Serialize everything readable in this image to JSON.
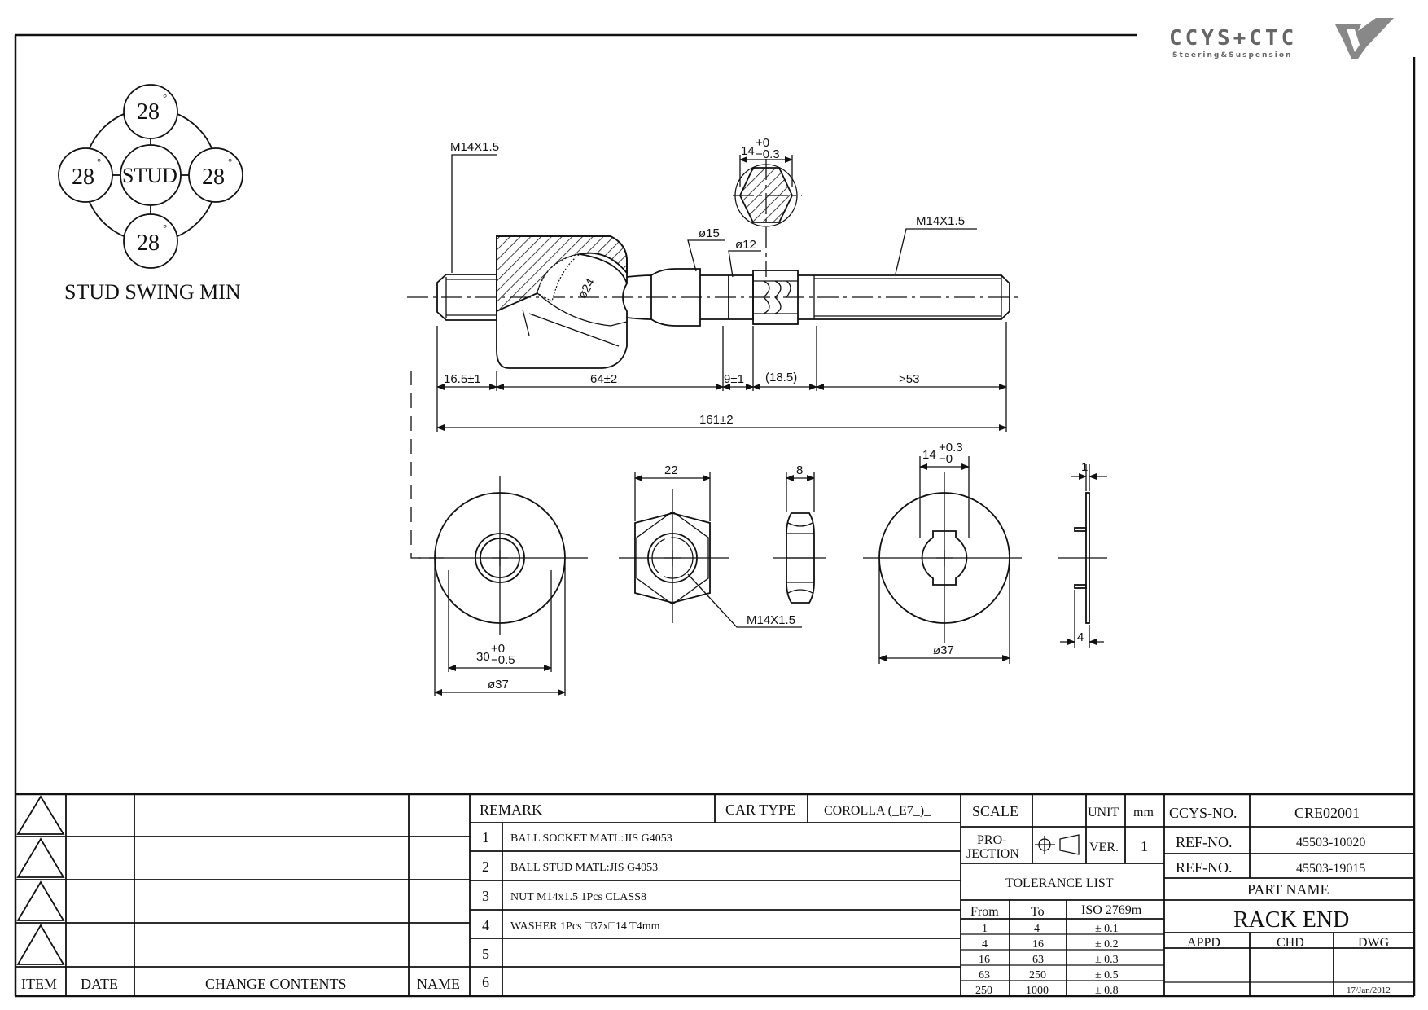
{
  "logo": {
    "brand": "CCYS+CTC",
    "tagline": "Steering&Suspension"
  },
  "swing": {
    "center": "STUD",
    "angles": [
      "28",
      "28",
      "28",
      "28"
    ],
    "degree": "°",
    "caption": "STUD SWING MIN"
  },
  "dims": {
    "thread_left": "M14X1.5",
    "thread_right": "M14X1.5",
    "hex_section": "14",
    "hex_section_tol_up": "+0",
    "hex_section_tol_dn": "−0.3",
    "dia15": "ø15",
    "dia12": "ø12",
    "dia24": "ø24",
    "d1": "16.5±1",
    "d2": "64±2",
    "d3": "9±1",
    "d4": "(18.5)",
    "d5": ">53",
    "overall": "161±2",
    "socket_inner": "30",
    "socket_inner_tol_up": "+0",
    "socket_inner_tol_dn": "−0.5",
    "socket_dia": "ø37",
    "nut_width": "22",
    "nut_thickness": "8",
    "nut_thread": "M14X1.5",
    "washer_slot": "14",
    "washer_slot_tol_up": "+0.3",
    "washer_slot_tol_dn": "−0",
    "washer_dia": "ø37",
    "washer_t1": "1",
    "washer_t2": "4"
  },
  "revision_table": {
    "headers": {
      "item": "ITEM",
      "date": "DATE",
      "change": "CHANGE CONTENTS",
      "name": "NAME"
    }
  },
  "remark": {
    "title": "REMARK",
    "car_type_label": "CAR TYPE",
    "car_type_value": "COROLLA (_E7_)_",
    "rows": [
      {
        "no": "1",
        "text": "BALL SOCKET MATL:JIS G4053"
      },
      {
        "no": "2",
        "text": "BALL STUD MATL:JIS G4053"
      },
      {
        "no": "3",
        "text": "NUT M14x1.5 1Pcs CLASS8"
      },
      {
        "no": "4",
        "text": "WASHER 1Pcs □37x□14 T4mm"
      },
      {
        "no": "5",
        "text": ""
      },
      {
        "no": "6",
        "text": ""
      }
    ]
  },
  "spec": {
    "scale_label": "SCALE",
    "scale_value": "",
    "unit_label": "UNIT",
    "unit_value": "mm",
    "projection_label_1": "PRO-",
    "projection_label_2": "JECTION",
    "ver_label": "VER.",
    "ver_value": "1",
    "tolerance_title": "TOLERANCE LIST",
    "tol_headers": [
      "From",
      "To",
      "ISO 2769m"
    ],
    "tol_rows": [
      [
        "1",
        "4",
        "± 0.1"
      ],
      [
        "4",
        "16",
        "± 0.2"
      ],
      [
        "16",
        "63",
        "± 0.3"
      ],
      [
        "63",
        "250",
        "± 0.5"
      ],
      [
        "250",
        "1000",
        "± 0.8"
      ]
    ]
  },
  "id": {
    "ccys_label": "CCYS-NO.",
    "ccys_value": "CRE02001",
    "ref1_label": "REF-NO.",
    "ref1_value": "45503-10020",
    "ref2_label": "REF-NO.",
    "ref2_value": "45503-19015",
    "part_name_label": "PART NAME",
    "part_name_value": "RACK END",
    "appd": "APPD",
    "chd": "CHD",
    "dwg": "DWG",
    "date": "17/Jan/2012"
  }
}
